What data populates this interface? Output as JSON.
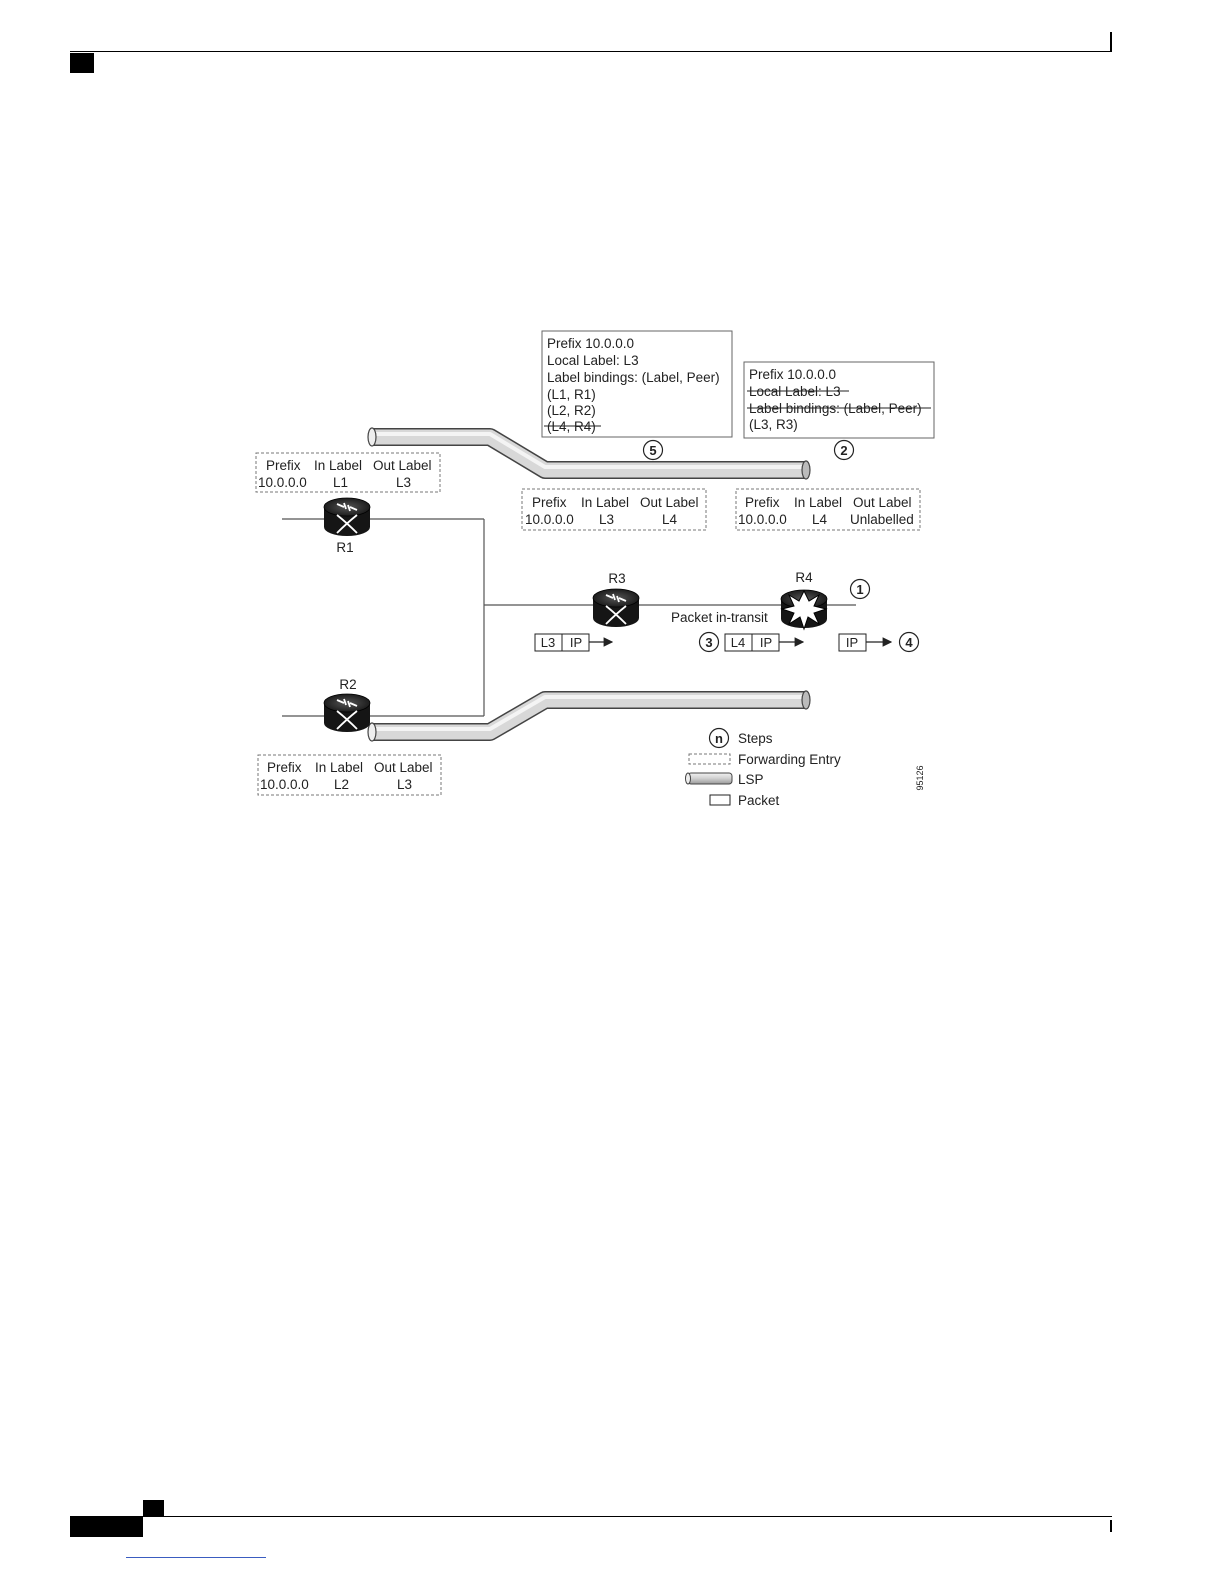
{
  "lsp_bindings_box": {
    "prefix": "Prefix 10.0.0.0",
    "local_label": "Local Label: L3",
    "bindings_header": "Label bindings: (Label, Peer)",
    "binding_1": "(L1, R1)",
    "binding_2": "(L2, R2)",
    "binding_struck": "(L4, R4)"
  },
  "r4_bindings_box": {
    "prefix": "Prefix 10.0.0.0",
    "local_label_struck": "Local Label: L3",
    "bindings_header_struck": "Label bindings: (Label, Peer)",
    "binding_1": "(L3, R3)"
  },
  "fwd_tables": {
    "r1": {
      "h_prefix": "Prefix",
      "h_in": "In Label",
      "h_out": "Out Label",
      "prefix": "10.0.0.0",
      "in": "L1",
      "out": "L3"
    },
    "r2": {
      "h_prefix": "Prefix",
      "h_in": "In Label",
      "h_out": "Out Label",
      "prefix": "10.0.0.0",
      "in": "L2",
      "out": "L3"
    },
    "r3": {
      "h_prefix": "Prefix",
      "h_in": "In Label",
      "h_out": "Out Label",
      "prefix": "10.0.0.0",
      "in": "L3",
      "out": "L4"
    },
    "r4": {
      "h_prefix": "Prefix",
      "h_in": "In Label",
      "h_out": "Out Label",
      "prefix": "10.0.0.0",
      "in": "L4",
      "out": "Unlabelled"
    }
  },
  "routers": {
    "r1": "R1",
    "r2": "R2",
    "r3": "R3",
    "r4": "R4"
  },
  "steps": {
    "s1": "1",
    "s2": "2",
    "s3": "3",
    "s4": "4",
    "s5": "5"
  },
  "packets": {
    "p1_label": "L3",
    "p1_payload": "IP",
    "p2_label": "L4",
    "p2_payload": "IP",
    "p3_payload": "IP"
  },
  "packet_in_transit": "Packet in-transit",
  "legend": {
    "steps_symbol": "n",
    "steps": "Steps",
    "forwarding_entry": "Forwarding Entry",
    "lsp": "LSP",
    "packet": "Packet"
  },
  "figure_id": "95126"
}
